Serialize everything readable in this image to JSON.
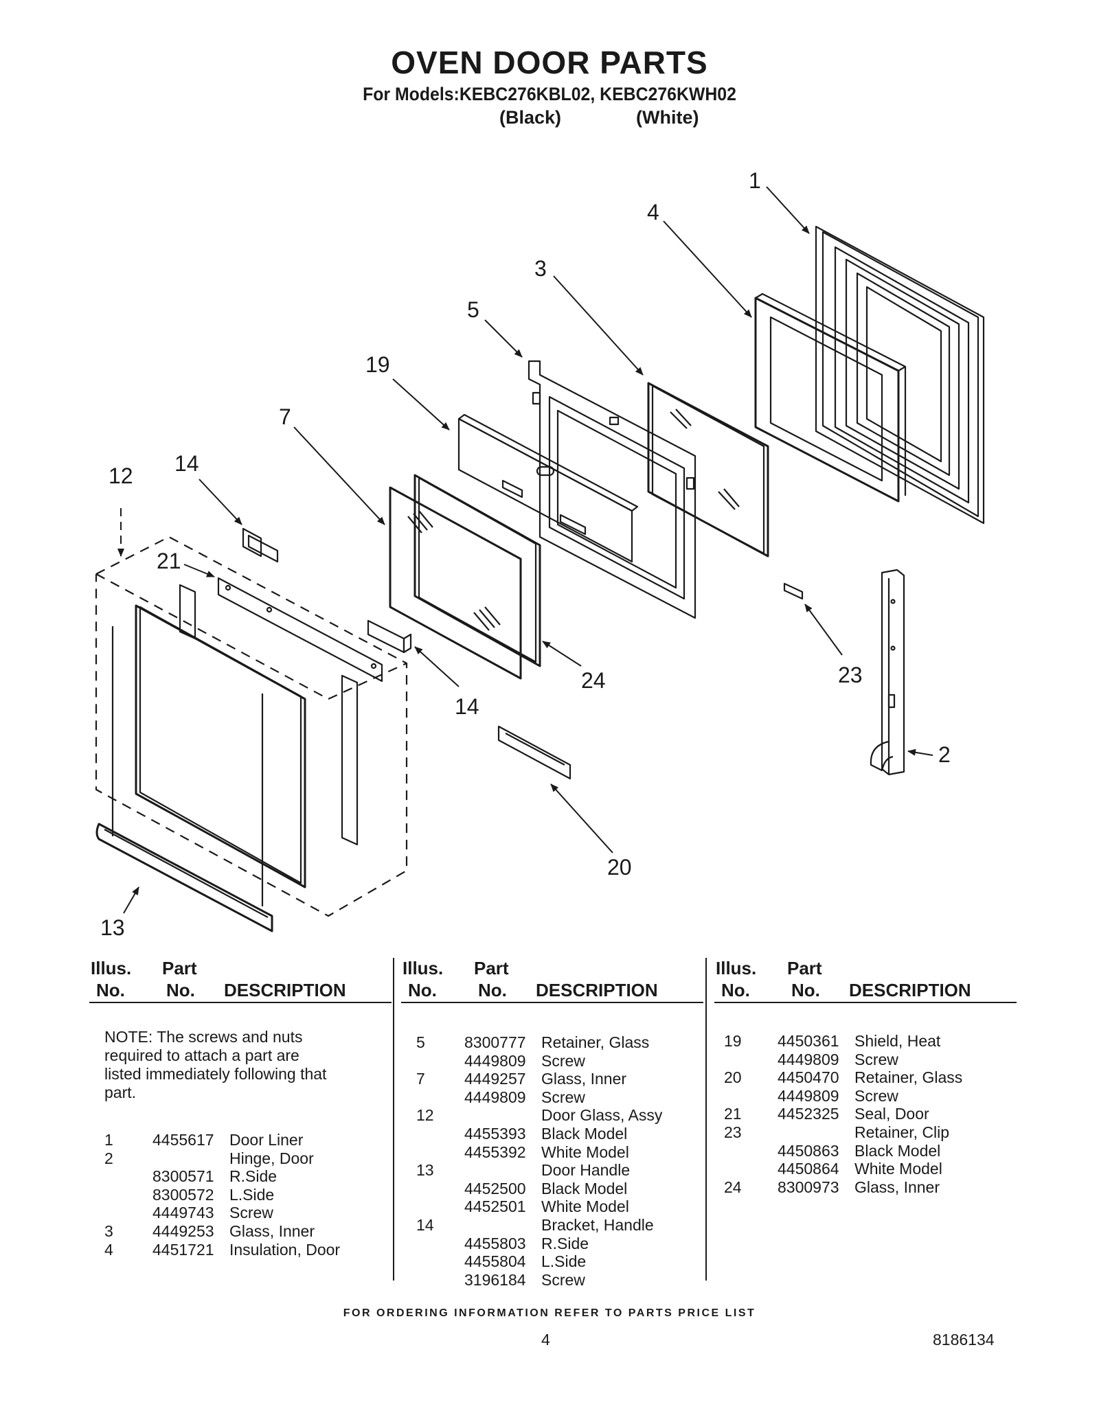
{
  "header": {
    "title": "OVEN DOOR PARTS",
    "models_line": "For Models:KEBC276KBL02, KEBC276KWH02",
    "variant_black": "(Black)",
    "variant_white": "(White)"
  },
  "callouts": [
    "1",
    "4",
    "3",
    "5",
    "19",
    "7",
    "12",
    "14",
    "21",
    "14",
    "23",
    "24",
    "2",
    "20",
    "13"
  ],
  "table": {
    "col_illus_top": "Illus.",
    "col_illus_bottom": "No.",
    "col_part_top": "Part",
    "col_part_bottom": "No.",
    "col_desc": "DESCRIPTION",
    "note": "NOTE: The screws and nuts required to attach a part are listed immediately following that part.",
    "col1": [
      {
        "illus": "1",
        "part": "4455617",
        "desc": "Door Liner"
      },
      {
        "illus": "2",
        "part": "",
        "desc": "Hinge, Door"
      },
      {
        "illus": "",
        "part": "8300571",
        "desc": "R.Side"
      },
      {
        "illus": "",
        "part": "8300572",
        "desc": "L.Side"
      },
      {
        "illus": "",
        "part": "4449743",
        "desc": "Screw"
      },
      {
        "illus": "3",
        "part": "4449253",
        "desc": "Glass, Inner"
      },
      {
        "illus": "4",
        "part": "4451721",
        "desc": "Insulation, Door"
      }
    ],
    "col2": [
      {
        "illus": "5",
        "part": "8300777",
        "desc": "Retainer, Glass"
      },
      {
        "illus": "",
        "part": "4449809",
        "desc": "Screw"
      },
      {
        "illus": "7",
        "part": "4449257",
        "desc": "Glass, Inner"
      },
      {
        "illus": "",
        "part": "4449809",
        "desc": "Screw"
      },
      {
        "illus": "12",
        "part": "",
        "desc": "Door Glass, Assy"
      },
      {
        "illus": "",
        "part": "4455393",
        "desc": "Black Model"
      },
      {
        "illus": "",
        "part": "4455392",
        "desc": "White Model"
      },
      {
        "illus": "13",
        "part": "",
        "desc": "Door Handle"
      },
      {
        "illus": "",
        "part": "4452500",
        "desc": "Black Model"
      },
      {
        "illus": "",
        "part": "4452501",
        "desc": "White Model"
      },
      {
        "illus": "14",
        "part": "",
        "desc": "Bracket, Handle"
      },
      {
        "illus": "",
        "part": "4455803",
        "desc": "R.Side"
      },
      {
        "illus": "",
        "part": "4455804",
        "desc": "L.Side"
      },
      {
        "illus": "",
        "part": "3196184",
        "desc": "Screw"
      }
    ],
    "col3": [
      {
        "illus": "19",
        "part": "4450361",
        "desc": "Shield, Heat"
      },
      {
        "illus": "",
        "part": "4449809",
        "desc": "Screw"
      },
      {
        "illus": "20",
        "part": "4450470",
        "desc": "Retainer, Glass"
      },
      {
        "illus": "",
        "part": "4449809",
        "desc": "Screw"
      },
      {
        "illus": "21",
        "part": "4452325",
        "desc": "Seal, Door"
      },
      {
        "illus": "23",
        "part": "",
        "desc": "Retainer, Clip"
      },
      {
        "illus": "",
        "part": "4450863",
        "desc": "Black Model"
      },
      {
        "illus": "",
        "part": "4450864",
        "desc": "White Model"
      },
      {
        "illus": "24",
        "part": "8300973",
        "desc": "Glass, Inner"
      }
    ]
  },
  "footer": {
    "ordering": "FOR ORDERING INFORMATION REFER TO PARTS PRICE LIST",
    "page": "4",
    "doc_number": "8186134"
  }
}
